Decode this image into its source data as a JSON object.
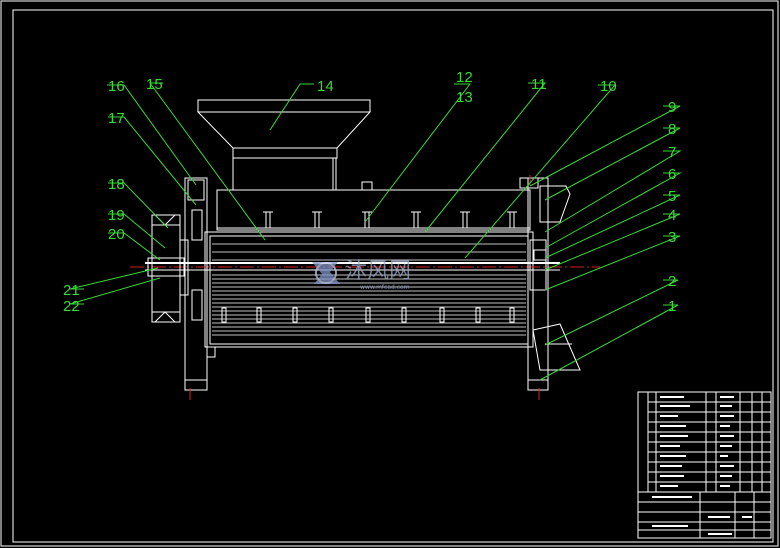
{
  "callouts": [
    {
      "num": "1"
    },
    {
      "num": "2"
    },
    {
      "num": "3"
    },
    {
      "num": "4"
    },
    {
      "num": "5"
    },
    {
      "num": "6"
    },
    {
      "num": "7"
    },
    {
      "num": "8"
    },
    {
      "num": "9"
    },
    {
      "num": "10"
    },
    {
      "num": "11"
    },
    {
      "num": "12"
    },
    {
      "num": "13"
    },
    {
      "num": "14"
    },
    {
      "num": "15"
    },
    {
      "num": "16"
    },
    {
      "num": "17"
    },
    {
      "num": "18"
    },
    {
      "num": "19"
    },
    {
      "num": "20"
    },
    {
      "num": "21"
    },
    {
      "num": "22"
    }
  ],
  "watermark": {
    "brand": "沐风网",
    "url": "www.mfcad.com"
  },
  "colors": {
    "background": "#000000",
    "linework": "#ffffff",
    "callout": "#39d839",
    "centerline": "#d02020",
    "frame_accent": "#d02020"
  }
}
